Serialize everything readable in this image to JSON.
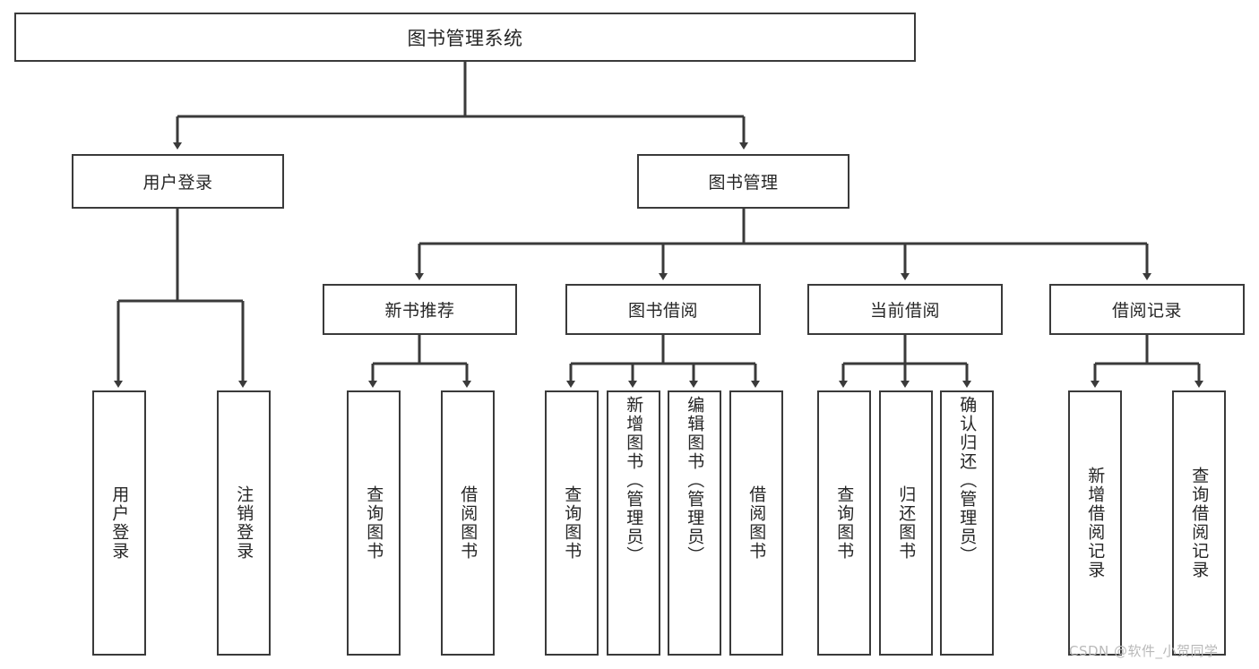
{
  "diagram": {
    "type": "tree",
    "title": "图书管理系统",
    "orientation": "top-down",
    "colors": {
      "box_border": "#3a3a3a",
      "box_fill": "#ffffff",
      "connector": "#3a3a3a",
      "text": "#262626",
      "watermark": "#b9b9b9",
      "background": "#ffffff"
    },
    "root": {
      "label": "图书管理系统"
    },
    "level2": [
      {
        "label": "用户登录"
      },
      {
        "label": "图书管理"
      }
    ],
    "level3": [
      {
        "label": "新书推荐"
      },
      {
        "label": "图书借阅"
      },
      {
        "label": "当前借阅"
      },
      {
        "label": "借阅记录"
      }
    ],
    "leaves": {
      "user_login": [
        {
          "label": "用户登录"
        },
        {
          "label": "注销登录"
        }
      ],
      "new_book_recommend": [
        {
          "label": "查询图书"
        },
        {
          "label": "借阅图书"
        }
      ],
      "book_borrow": [
        {
          "label": "查询图书"
        },
        {
          "label": "新增图书（管理员）"
        },
        {
          "label": "编辑图书（管理员）"
        },
        {
          "label": "借阅图书"
        }
      ],
      "current_borrow": [
        {
          "label": "查询图书"
        },
        {
          "label": "归还图书"
        },
        {
          "label": "确认归还（管理员）"
        }
      ],
      "borrow_record": [
        {
          "label": "新增借阅记录"
        },
        {
          "label": "查询借阅记录"
        }
      ]
    }
  },
  "watermark": {
    "text": "CSDN @软件_小贺同学"
  }
}
